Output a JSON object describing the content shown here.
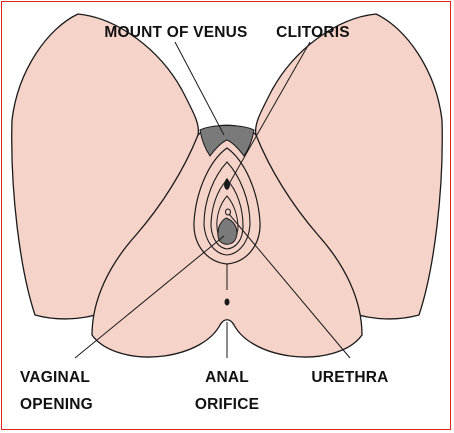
{
  "colors": {
    "frame": "#e2231a",
    "skin": "#f6d3c9",
    "dark": "#7a7a7a",
    "outline": "#1a1a1a",
    "background": "#ffffff"
  },
  "labels": {
    "mount_of_venus": "MOUNT OF VENUS",
    "clitoris": "CLITORIS",
    "vaginal_opening_line1": "VAGINAL",
    "vaginal_opening_line2": "OPENING",
    "anal_orifice_line1": "ANAL",
    "anal_orifice_line2": "ORIFICE",
    "urethra": "URETHRA"
  }
}
